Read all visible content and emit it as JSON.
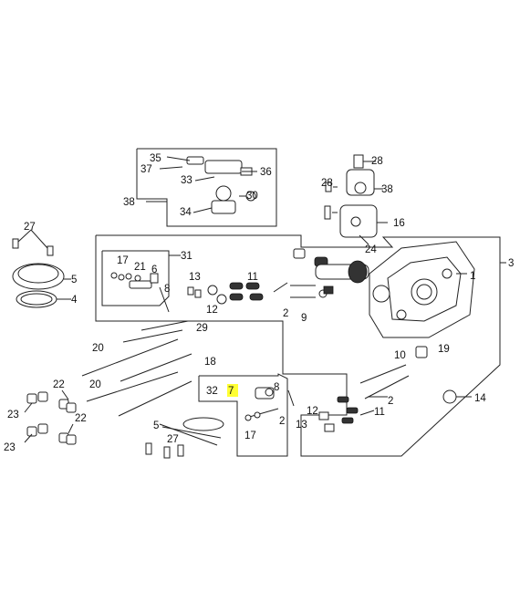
{
  "callouts": {
    "c1": "1",
    "c2a": "2",
    "c2b": "2",
    "c2c": "2",
    "c3": "3",
    "c4": "4",
    "c5a": "5",
    "c5b": "5",
    "c6": "6",
    "c7": "7",
    "c8a": "8",
    "c8b": "8",
    "c9": "9",
    "c10": "10",
    "c11a": "11",
    "c11b": "11",
    "c12a": "12",
    "c12b": "12",
    "c13a": "13",
    "c13b": "13",
    "c14": "14",
    "c16": "16",
    "c17a": "17",
    "c17b": "17",
    "c18": "18",
    "c19": "19",
    "c20a": "20",
    "c20b": "20",
    "c21": "21",
    "c22a": "22",
    "c22b": "22",
    "c23a": "23",
    "c23b": "23",
    "c24": "24",
    "c27a": "27",
    "c27b": "27",
    "c28a": "28",
    "c28b": "28",
    "c29": "29",
    "c30": "30",
    "c31": "31",
    "c32": "32",
    "c33": "33",
    "c34": "34",
    "c35": "35",
    "c36": "36",
    "c37": "37",
    "c38a": "38",
    "c38b": "38"
  },
  "highlight_color": "#ffff33"
}
